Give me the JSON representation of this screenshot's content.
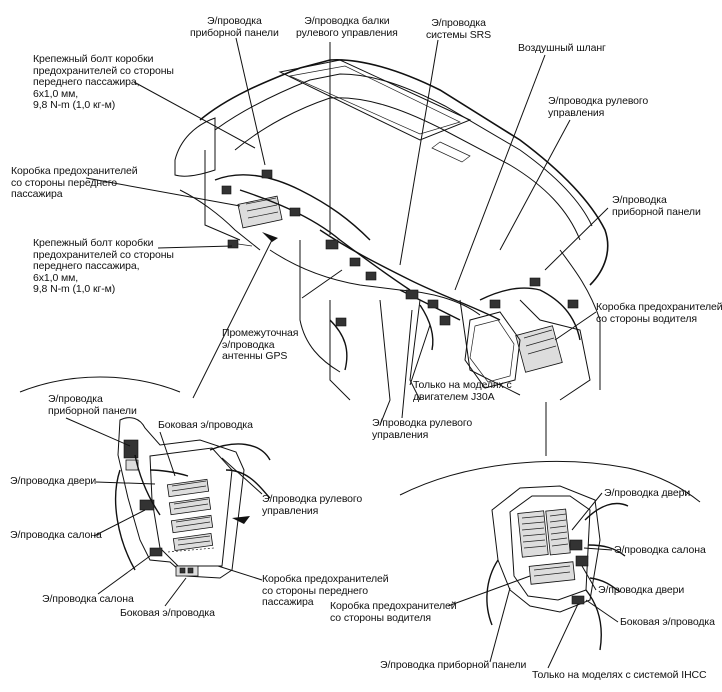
{
  "labels": {
    "instrument_harness_top": "Э/проводка\nприборной панели",
    "steering_beam_harness": "Э/проводка балки\nрулевого управления",
    "srs_harness": "Э/проводка\nсистемы SRS",
    "air_hose": "Воздушный шланг",
    "pass_box_bolt_top": "Крепежный болт коробки\nпредохранителей со стороны\nпереднего пассажира,\n6x1,0 мм,\n9,8 N-m (1,0 кг-м)",
    "steering_harness_right": "Э/проводка рулевого\nуправления",
    "pass_fuse_box_top": "Коробка предохранителей\nсо стороны переднего\nпассажира",
    "instrument_harness_right": "Э/проводка\nприборной панели",
    "pass_box_bolt_mid": "Крепежный болт коробки\nпредохранителей со стороны\nпереднего пассажира,\n6x1,0 мм,\n9,8 N-m (1,0 кг-м)",
    "driver_fuse_box_right": "Коробка предохранителей\nсо стороны водителя",
    "gps_antenna_harness": "Промежуточная\nэ/проводка\nантенны GPS",
    "j30a_only": "Только на моделях с\nдвигателем J30A",
    "steering_harness_center": "Э/проводка рулевого\nуправления",
    "inset_left_instrument": "Э/проводка\nприборной панели",
    "inset_left_side_top": "Боковая э/проводка",
    "inset_left_door": "Э/проводка двери",
    "inset_left_steering": "Э/проводка рулевого\nуправления",
    "inset_left_cabin1": "Э/проводка салона",
    "inset_left_cabin2": "Э/проводка салона",
    "inset_left_passbox": "Коробка предохранителей\nсо стороны переднего\nпассажира",
    "inset_left_side_bottom": "Боковая э/проводка",
    "inset_right_door1": "Э/проводка двери",
    "inset_right_cabin": "Э/проводка салона",
    "inset_right_door2": "Э/проводка двери",
    "inset_right_driverbox": "Коробка предохранителей\nсо стороны водителя",
    "inset_right_side": "Боковая э/проводка",
    "inset_right_instrument": "Э/проводка приборной панели",
    "inset_right_ihcc": "Только на моделях с системой IHCC"
  }
}
